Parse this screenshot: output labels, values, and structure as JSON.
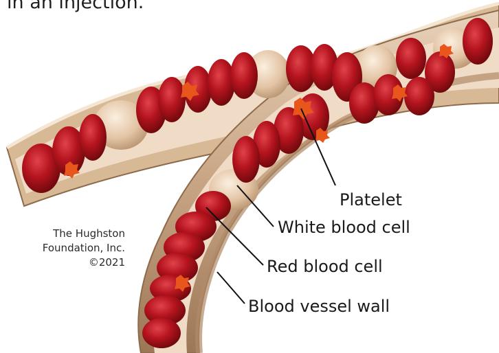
{
  "intro_fragment": "in an injection.",
  "labels": {
    "platelet": "Platelet",
    "white_blood_cell": "White blood cell",
    "red_blood_cell": "Red blood cell",
    "vessel_wall": "Blood vessel wall"
  },
  "credit": {
    "line1": "The Hughston",
    "line2": "Foundation, Inc.",
    "line3": "©2021"
  },
  "colors": {
    "vessel_wall": "#c9a888",
    "vessel_inner": "#e6cdb3",
    "red_cell": "#b5141e",
    "white_cell": "#e8cdb0",
    "platelet": "#e8561c"
  }
}
